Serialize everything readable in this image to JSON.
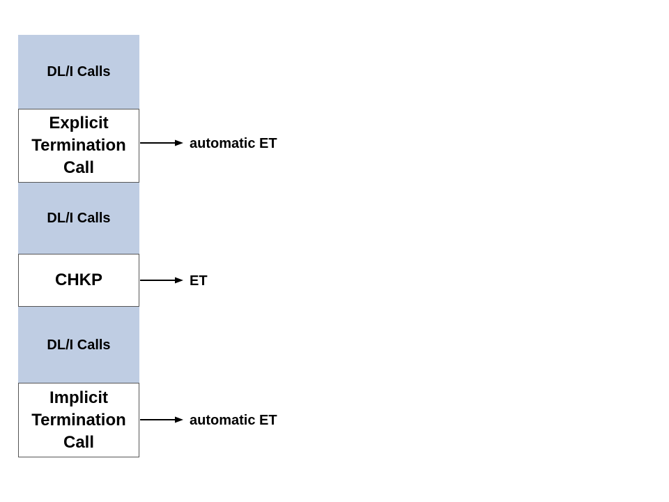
{
  "blocks": [
    {
      "kind": "calls",
      "label": "DL/I Calls"
    },
    {
      "kind": "term",
      "label": "Explicit\nTermination\nCall",
      "result": "automatic ET"
    },
    {
      "kind": "calls",
      "label": "DL/I Calls"
    },
    {
      "kind": "term",
      "label": "CHKP",
      "result": "ET"
    },
    {
      "kind": "calls",
      "label": "DL/I Calls"
    },
    {
      "kind": "term",
      "label": "Implicit\nTermination\nCall",
      "result": "automatic ET"
    }
  ],
  "colors": {
    "calls_fill": "#bfcde3",
    "term_fill": "#ffffff",
    "border": "#555555",
    "text": "#000000"
  }
}
